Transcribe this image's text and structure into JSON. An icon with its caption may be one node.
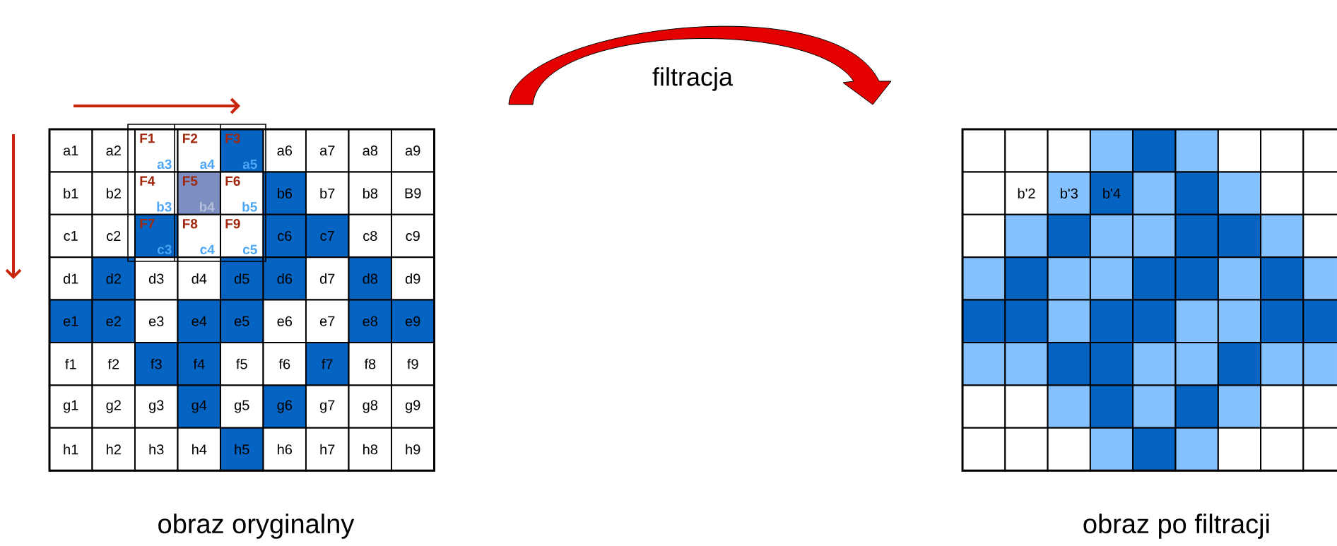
{
  "diagram": {
    "labels": [
      "filtracja",
      "a1",
      "a2",
      "F1",
      "a3",
      "F2",
      "a4",
      "F3",
      "a5",
      "a6",
      "a7",
      "a8",
      "a9",
      "b1",
      "b2",
      "F4",
      "b3",
      "F5",
      "b4",
      "F6",
      "b5",
      "b6",
      "b7",
      "b8",
      "B9",
      "c1",
      "c2",
      "F7",
      "c3",
      "F8",
      "c4",
      "F9",
      "c5",
      "c6",
      "c7",
      "c8",
      "c9",
      "d1",
      "d2",
      "d3",
      "d4",
      "d5",
      "d6",
      "d7",
      "d8",
      "d9",
      "e1",
      "e2",
      "e3",
      "e4",
      "e5",
      "e6",
      "e7",
      "e8",
      "e9",
      "f1",
      "f2",
      "f3",
      "f4",
      "f5",
      "f6",
      "f7",
      "f8",
      "f9",
      "g1",
      "g2",
      "g3",
      "g4",
      "g5",
      "g6",
      "g7",
      "g8",
      "g9",
      "h1",
      "h2",
      "h3",
      "h4",
      "h5",
      "h6",
      "h7",
      "h8",
      "h9",
      "b'2",
      "b'3",
      "b'4",
      "obraz oryginalny",
      "obraz po filtracji"
    ]
  }
}
